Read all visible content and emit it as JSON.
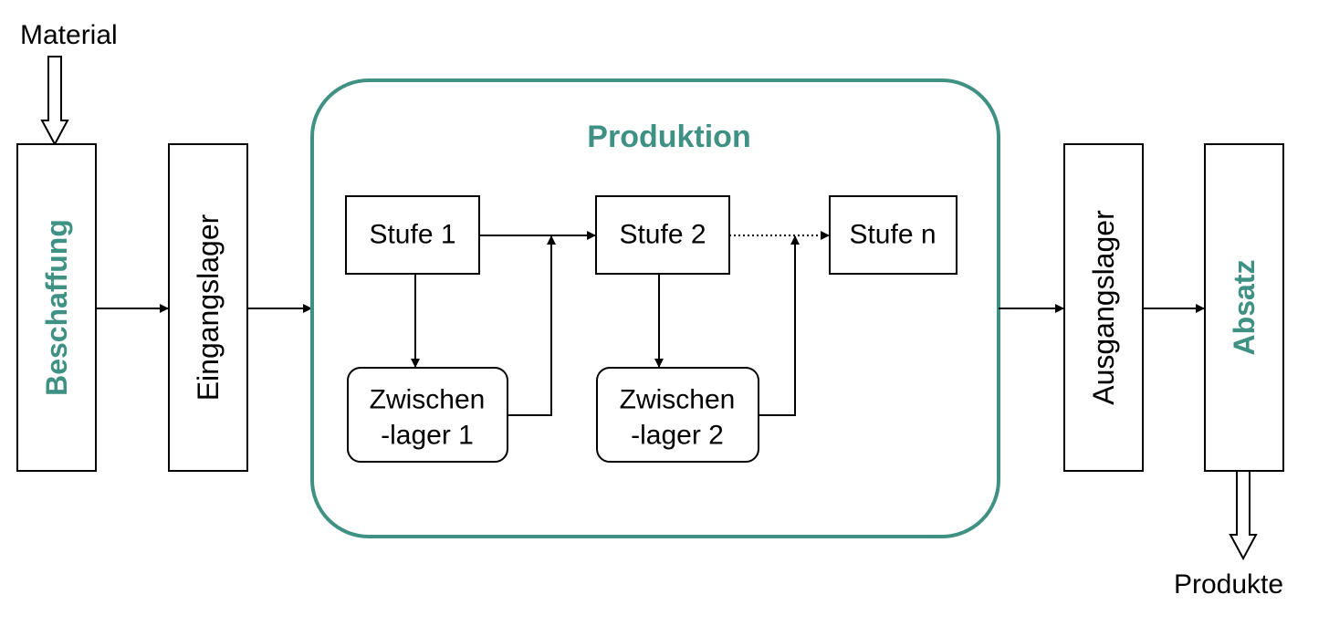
{
  "labels": {
    "material": "Material",
    "produkte": "Produkte",
    "beschaffung": "Beschaffung",
    "eingangslager": "Eingangslager",
    "produktion": "Produktion",
    "stufe1": "Stufe 1",
    "stufe2": "Stufe 2",
    "stufen": "Stufe n",
    "zw1_line1": "Zwischen",
    "zw1_line2": "-lager 1",
    "zw2_line1": "Zwischen",
    "zw2_line2": "-lager 2",
    "ausgangslager": "Ausgangslager",
    "absatz": "Absatz"
  },
  "colors": {
    "accent": "#3f9183",
    "stroke": "#000000",
    "text": "#000000"
  }
}
